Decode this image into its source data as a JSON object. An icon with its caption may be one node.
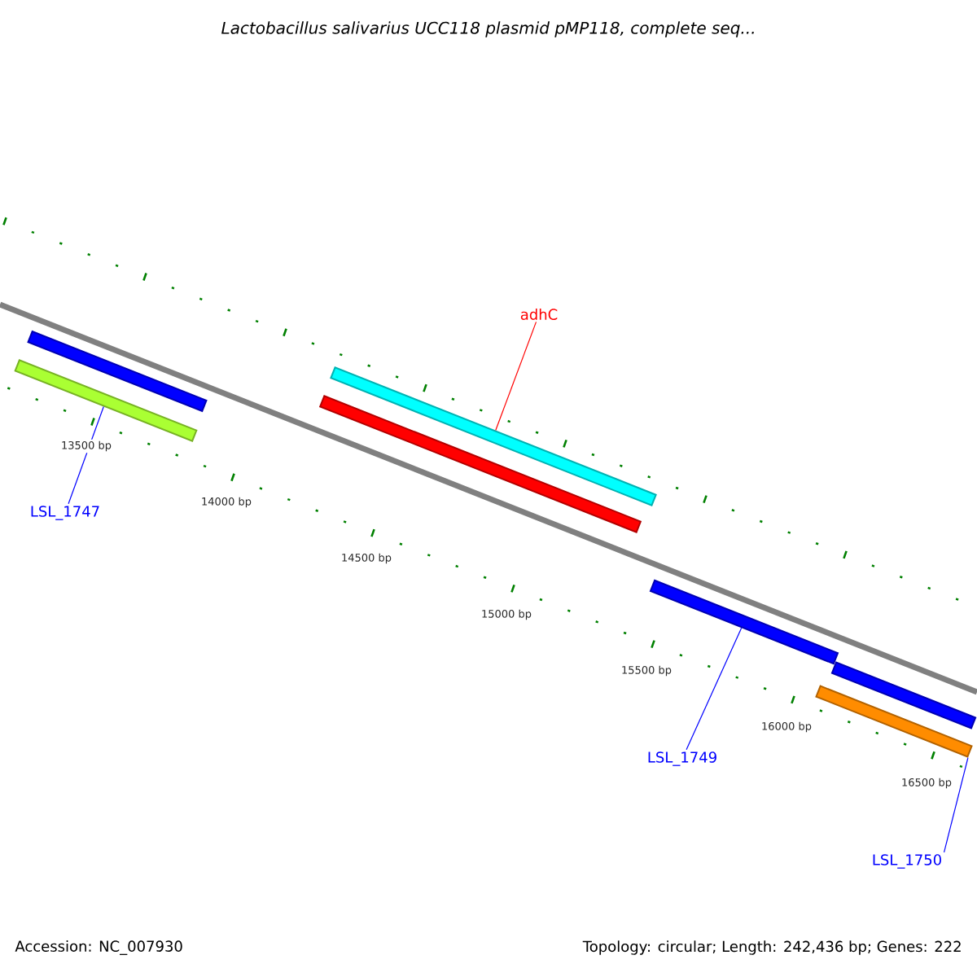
{
  "diagram": {
    "title": "Lactobacillus salivarius UCC118 plasmid pMP118, complete seq...",
    "nodes": [
      {
        "text": [],
        "shape": "bar"
      },
      {
        "text": [],
        "shape": "bar"
      },
      {
        "text": [],
        "shape": "bar"
      },
      {
        "text": [],
        "shape": "bar"
      },
      {
        "text": [],
        "shape": "bar"
      },
      {
        "text": [],
        "shape": "bar"
      },
      {
        "text": [],
        "shape": "bar"
      },
      {
        "text": [
          "LSL_1747"
        ]
      },
      {
        "text": [
          "adhC"
        ]
      },
      {
        "text": [
          "LSL_1749"
        ]
      },
      {
        "text": [
          "LSL_1750"
        ]
      }
    ],
    "edges": [
      {
        "from": 7,
        "to": 1,
        "arrow": "none"
      },
      {
        "from": 8,
        "to": 2,
        "arrow": "none",
        "color": "#ff0000"
      },
      {
        "from": 9,
        "to": 4,
        "arrow": "none"
      },
      {
        "from": 10,
        "to": 6,
        "arrow": "none"
      }
    ],
    "labels": [
      "13500 bp",
      "14000 bp",
      "14500 bp",
      "15000 bp",
      "15500 bp",
      "16000 bp",
      "16500 bp",
      "Accession: NC_007930",
      "Topology: circular; Length: 242,436 bp; Genes: 222"
    ]
  }
}
